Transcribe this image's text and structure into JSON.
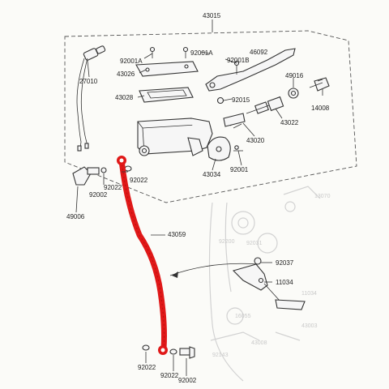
{
  "diagram": {
    "labels": {
      "l43015": "43015",
      "l27010": "27010",
      "l92001a_1": "92001A",
      "l92001a_2": "92001A",
      "l92001b": "92001B",
      "l46092": "46092",
      "l43026": "43026",
      "l43028": "43028",
      "l92015": "92015",
      "l49016": "49016",
      "l14008": "14008",
      "l43022": "43022",
      "l43020": "43020",
      "l92001": "92001",
      "l43034": "43034",
      "l92022_a": "92022",
      "l92022_b": "92022",
      "l92002_a": "92002",
      "l49006": "49006",
      "l43059": "43059",
      "l92037": "92037",
      "l11034": "11034",
      "l92022_c": "92022",
      "l92022_d": "92022",
      "l92002_b": "92002"
    },
    "ghost_labels": {
      "g1": "13070",
      "g2": "92031",
      "g3": "92200",
      "g4": "16055",
      "g5": "43003",
      "g6": "43008",
      "g7": "92143",
      "g8": "11034"
    },
    "colors": {
      "hose": "#e01818",
      "ink": "#333333",
      "faint": "#cfcfcf"
    }
  }
}
